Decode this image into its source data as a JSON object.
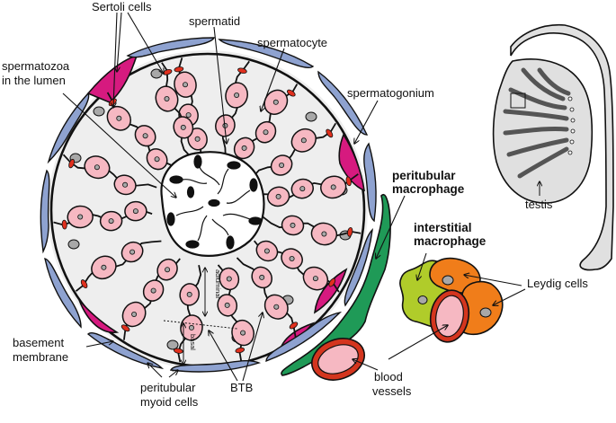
{
  "labels": {
    "sertoli": "Sertoli cells",
    "spermatid": "spermatid",
    "spermatocyte": "spermatocyte",
    "spermatozoa_1": "spermatozoa",
    "spermatozoa_2": "in the lumen",
    "spermatogonium": "spermatogonium",
    "peritubular_mac_1": "peritubular",
    "peritubular_mac_2": "macrophage",
    "interstitial_mac_1": "interstitial",
    "interstitial_mac_2": "macrophage",
    "leydig": "Leydig cells",
    "testis": "testis",
    "basement_1": "basement",
    "basement_2": "membrane",
    "myoid_1": "peritubular",
    "myoid_2": "myoid cells",
    "btb": "BTB",
    "blood_1": "blood",
    "blood_2": "vessels",
    "adluminal": "adluminal",
    "basal": "basal"
  },
  "colors": {
    "germ_cell": "#f6b8c2",
    "myoid_cell": "#8ea2d0",
    "sertoli_cell": "#d61a7f",
    "leydig_cell": "#f07d1a",
    "interstitial_macrophage": "#b0cc2a",
    "peritubular_macrophage": "#1f9a57",
    "blood_vessel": "#d4351e",
    "tubule_fill": "#eeeeee",
    "nucleus": "#a8a8a8",
    "junction": "#e0301e",
    "testis_fill": "#e0e0e0"
  }
}
